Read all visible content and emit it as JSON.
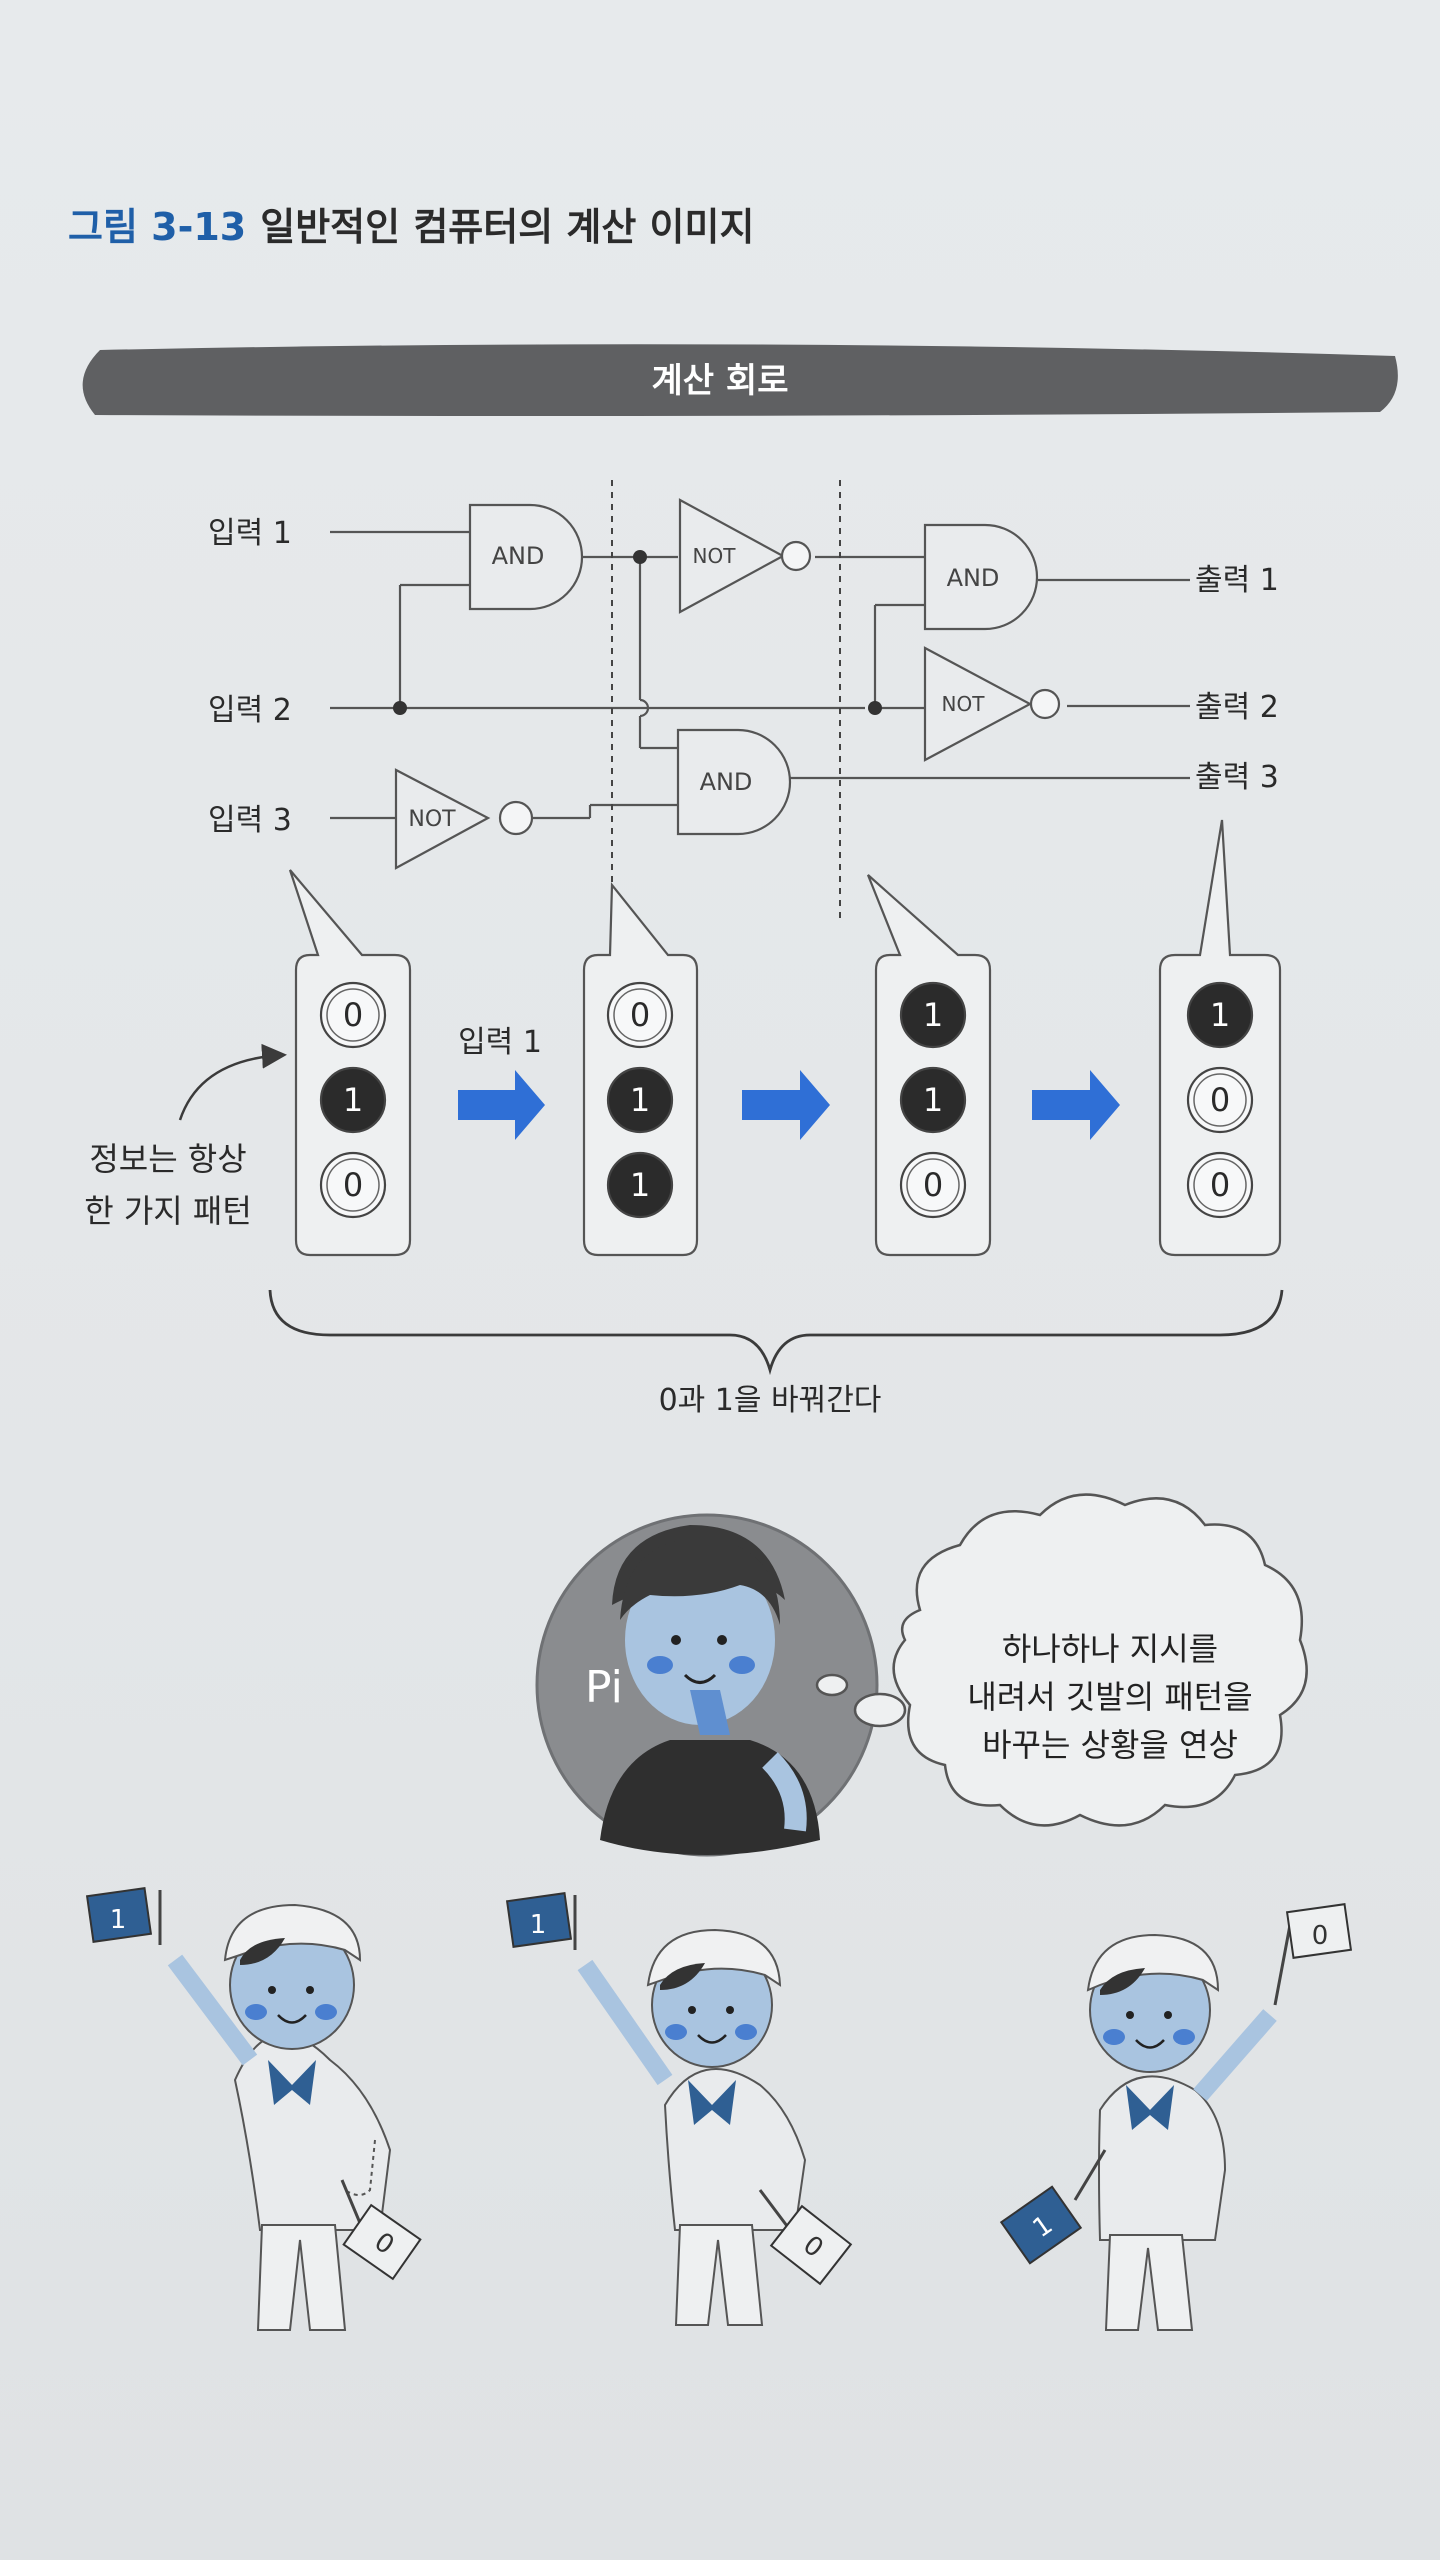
{
  "figure": {
    "number": "그림 3-13",
    "title": "일반적인 컴퓨터의 계산 이미지"
  },
  "banner": {
    "label": "계산 회로"
  },
  "circuit": {
    "inputs": [
      "입력 1",
      "입력 2",
      "입력 3"
    ],
    "outputs": [
      "출력 1",
      "출력 2",
      "출력 3"
    ],
    "gate_and": "AND",
    "gate_not": "NOT"
  },
  "states": {
    "columns": [
      [
        "0",
        "1",
        "0"
      ],
      [
        "0",
        "1",
        "1"
      ],
      [
        "1",
        "1",
        "0"
      ],
      [
        "1",
        "0",
        "0"
      ]
    ],
    "arrow1_label": "입력 1",
    "note_line1": "정보는 항상",
    "note_line2": "한 가지 패턴",
    "brace_label": "0과 1을 바꿔간다"
  },
  "character": {
    "badge": "Pi",
    "thought_lines": [
      "하나하나 지시를",
      "내려서 깃발의 패턴을",
      "바꾸는 상황을 연상"
    ]
  },
  "sailors": [
    {
      "flag_up": "1",
      "flag_down": "0"
    },
    {
      "flag_up": "1",
      "flag_down": "0"
    },
    {
      "flag_up": "0",
      "flag_down": "1"
    }
  ],
  "colors": {
    "accent_blue": "#1f5fa8",
    "arrow_blue": "#2f6fd6",
    "banner_gray": "#5f6062",
    "flag_blue": "#2f5f93",
    "bit_dark": "#2b2b2b"
  }
}
